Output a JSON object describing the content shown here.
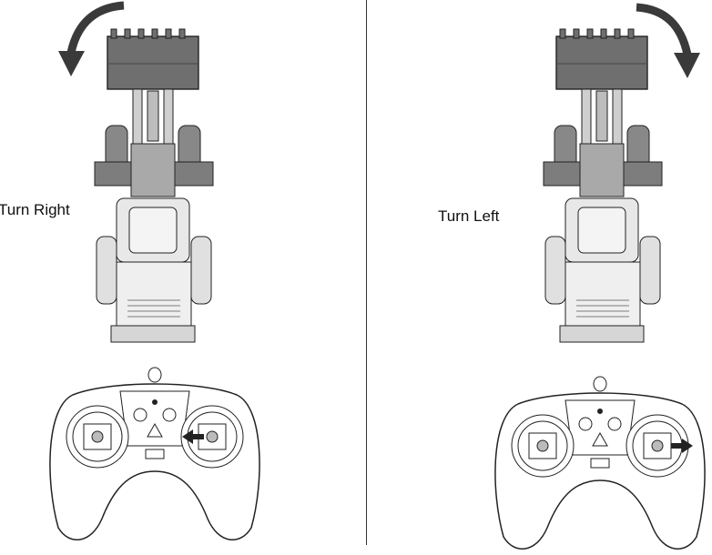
{
  "panels": [
    {
      "id": "left",
      "caption": "Turn Right",
      "arrow_direction": "counterclockwise",
      "stick_arrow": "left"
    },
    {
      "id": "right",
      "caption": "Turn Left",
      "arrow_direction": "clockwise",
      "stick_arrow": "right"
    }
  ],
  "colors": {
    "ink": "#222222",
    "bucket": "#6f6f6f",
    "body": "#e8e8e8",
    "tire": "#888888",
    "arrow": "#3a3a3a"
  }
}
